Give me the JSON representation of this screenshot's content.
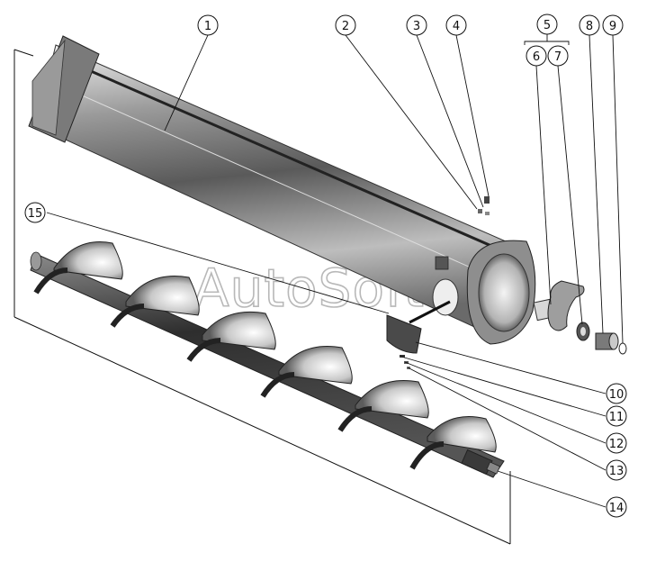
{
  "watermark": "AutoSoft",
  "callouts": [
    {
      "id": "c1",
      "label": "1"
    },
    {
      "id": "c2",
      "label": "2"
    },
    {
      "id": "c3",
      "label": "3"
    },
    {
      "id": "c4",
      "label": "4"
    },
    {
      "id": "c5",
      "label": "5"
    },
    {
      "id": "c6",
      "label": "6"
    },
    {
      "id": "c7",
      "label": "7"
    },
    {
      "id": "c8",
      "label": "8"
    },
    {
      "id": "c9",
      "label": "9"
    },
    {
      "id": "c10",
      "label": "10"
    },
    {
      "id": "c11",
      "label": "11"
    },
    {
      "id": "c12",
      "label": "12"
    },
    {
      "id": "c13",
      "label": "13"
    },
    {
      "id": "c14",
      "label": "14"
    },
    {
      "id": "c15",
      "label": "15"
    }
  ],
  "colors": {
    "line": "#111111",
    "metal_dark": "#3a3a3a",
    "metal_light": "#e6e6e6",
    "watermark": "#b8b8b8"
  }
}
